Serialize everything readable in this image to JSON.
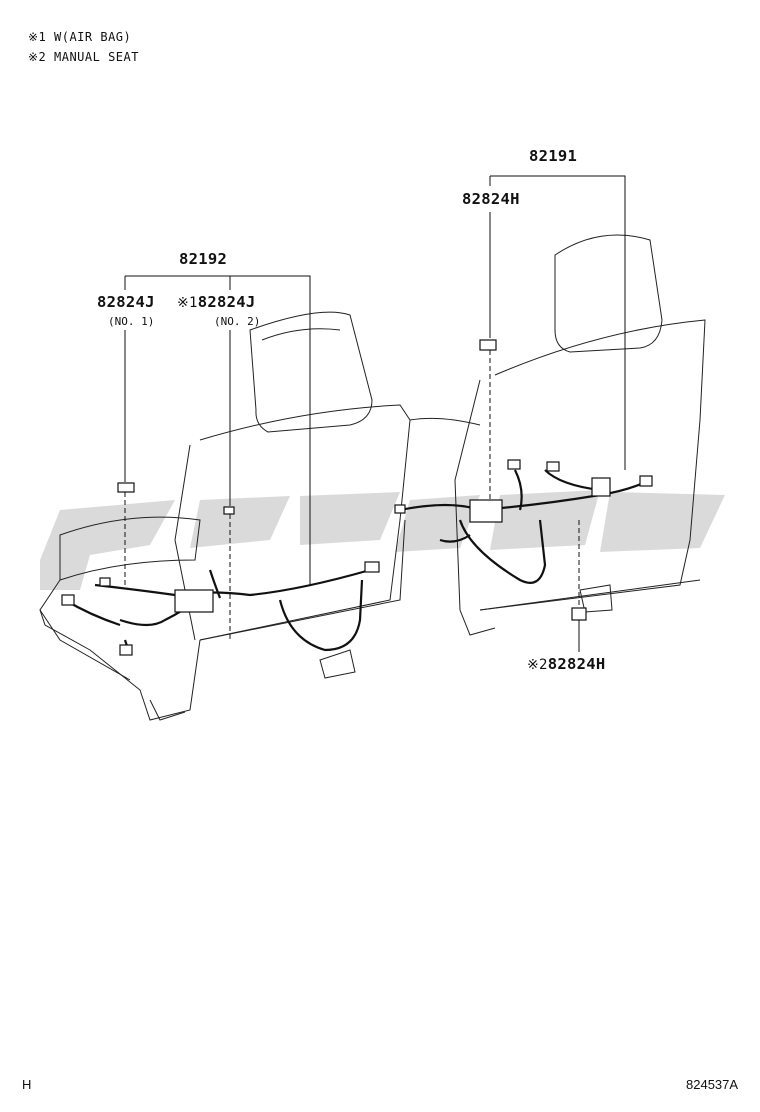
{
  "notes": {
    "note1": "※1 W(AIR BAG)",
    "note2": "※2 MANUAL SEAT"
  },
  "callouts": {
    "assy_left": "82192",
    "assy_right": "82191",
    "left_clamp_1": "82824J",
    "left_clamp_1_sub": "(NO. 1)",
    "left_clamp_2_mark": "※1",
    "left_clamp_2": "82824J",
    "left_clamp_2_sub": "(NO. 2)",
    "right_clamp_top": "82824H",
    "right_clamp_bottom_mark": "※2",
    "right_clamp_bottom": "82824H"
  },
  "footer": {
    "left_code": "H",
    "illustration_id": "824537A"
  },
  "watermark": {
    "color": "#d2d2d2"
  }
}
